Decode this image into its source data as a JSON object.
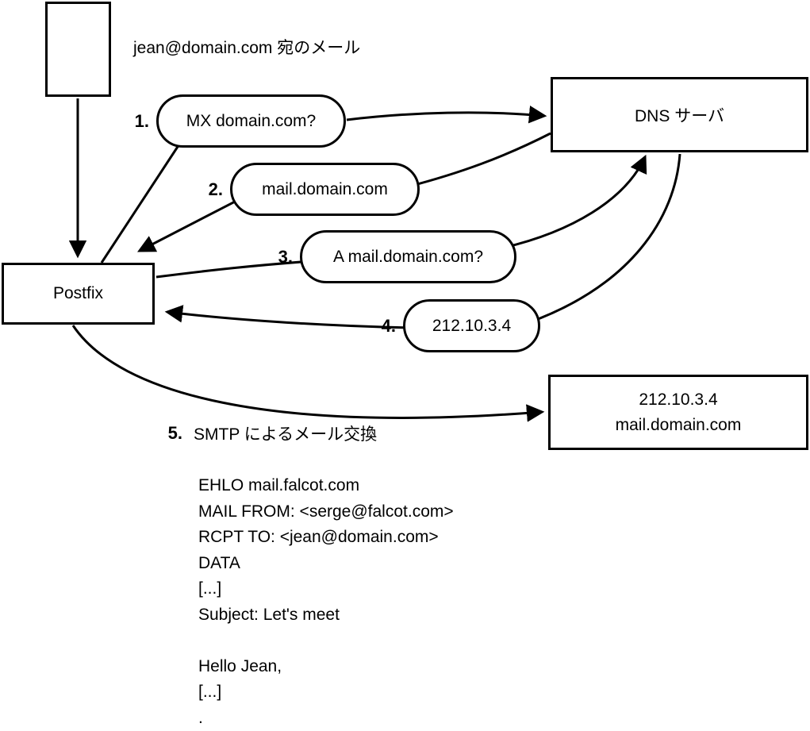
{
  "colors": {
    "stroke": "#000000",
    "background": "#ffffff"
  },
  "diagram": {
    "title": "jean@domain.com 宛のメール"
  },
  "nodes": {
    "postfix": "Postfix",
    "dns_server": "DNS サーバ",
    "mail_server_ip": "212.10.3.4",
    "mail_server_hostname": "mail.domain.com"
  },
  "steps": [
    {
      "num": "1.",
      "label": "MX domain.com?"
    },
    {
      "num": "2.",
      "label": "mail.domain.com"
    },
    {
      "num": "3.",
      "label": "A mail.domain.com?"
    },
    {
      "num": "4.",
      "label": "212.10.3.4"
    },
    {
      "num": "5.",
      "label": "SMTP によるメール交換"
    }
  ],
  "smtp": {
    "lines": [
      "EHLO mail.falcot.com",
      "MAIL FROM: <serge@falcot.com>",
      "RCPT TO: <jean@domain.com>",
      "DATA",
      "[...]",
      "Subject: Let's meet",
      "",
      "Hello Jean,",
      "[...]",
      "."
    ]
  }
}
